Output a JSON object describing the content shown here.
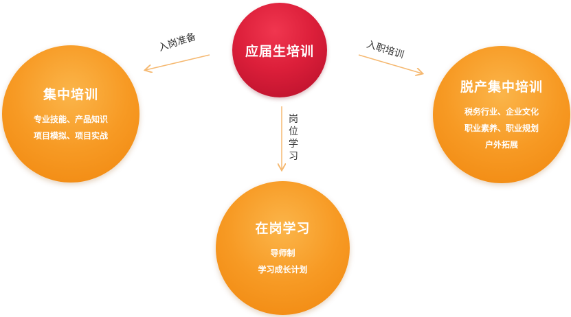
{
  "center": {
    "title": "应届生培训"
  },
  "left": {
    "title": "集中培训",
    "lines": [
      "专业技能、产品知识",
      "项目模拟、项目实战"
    ]
  },
  "right": {
    "title": "脱产集中培训",
    "lines": [
      "税务行业、企业文化",
      "职业素养、职业规划",
      "户外拓展"
    ]
  },
  "bottom": {
    "title": "在岗学习",
    "lines": [
      "导师制",
      "学习成长计划"
    ]
  },
  "labels": {
    "to_left": "入岗准备",
    "to_right": "入职培训",
    "to_bottom": "岗位学习"
  },
  "colors": {
    "center": "#dc1f3a",
    "orange": "#f79a24",
    "arrow": "#f5b870"
  }
}
